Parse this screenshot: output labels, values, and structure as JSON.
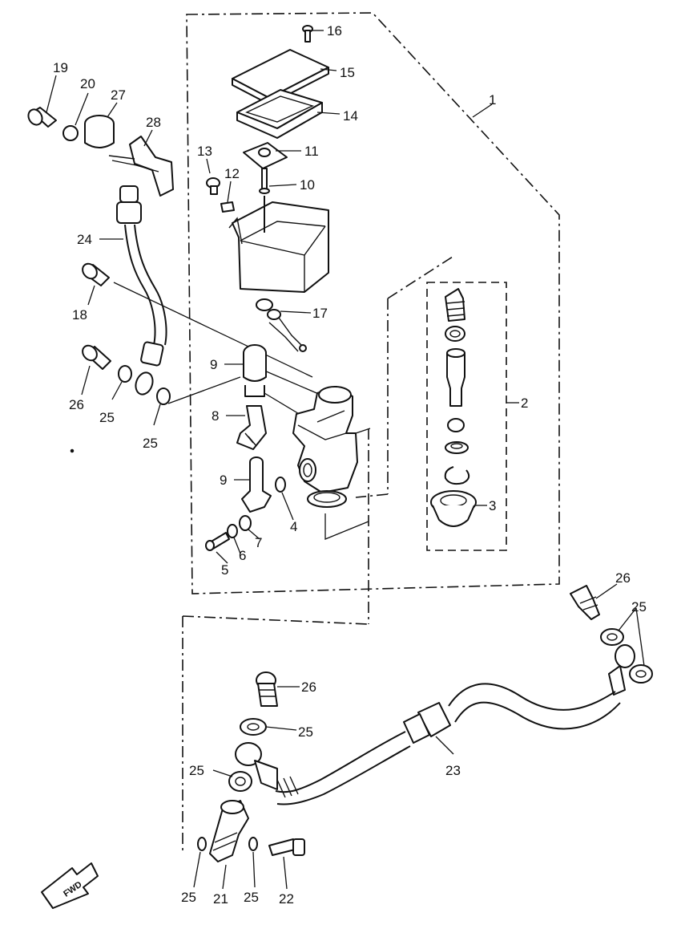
{
  "callouts": {
    "c1": "1",
    "c2": "2",
    "c3": "3",
    "c4": "4",
    "c5": "5",
    "c6": "6",
    "c7": "7",
    "c8": "8",
    "c9a": "9",
    "c9b": "9",
    "c10": "10",
    "c11": "11",
    "c12": "12",
    "c13": "13",
    "c14": "14",
    "c15": "15",
    "c16": "16",
    "c17": "17",
    "c18": "18",
    "c19": "19",
    "c20": "20",
    "c21": "21",
    "c22": "22",
    "c23": "23",
    "c24": "24",
    "c25a": "25",
    "c25b": "25",
    "c25c": "25",
    "c25d": "25",
    "c25e": "25",
    "c25f": "25",
    "c25g": "25",
    "c26a": "26",
    "c26b": "26",
    "c26c": "26",
    "c27": "27",
    "c28": "28"
  },
  "direction_marker": "FWD",
  "colors": {
    "ink": "#111111",
    "paper": "#ffffff"
  }
}
